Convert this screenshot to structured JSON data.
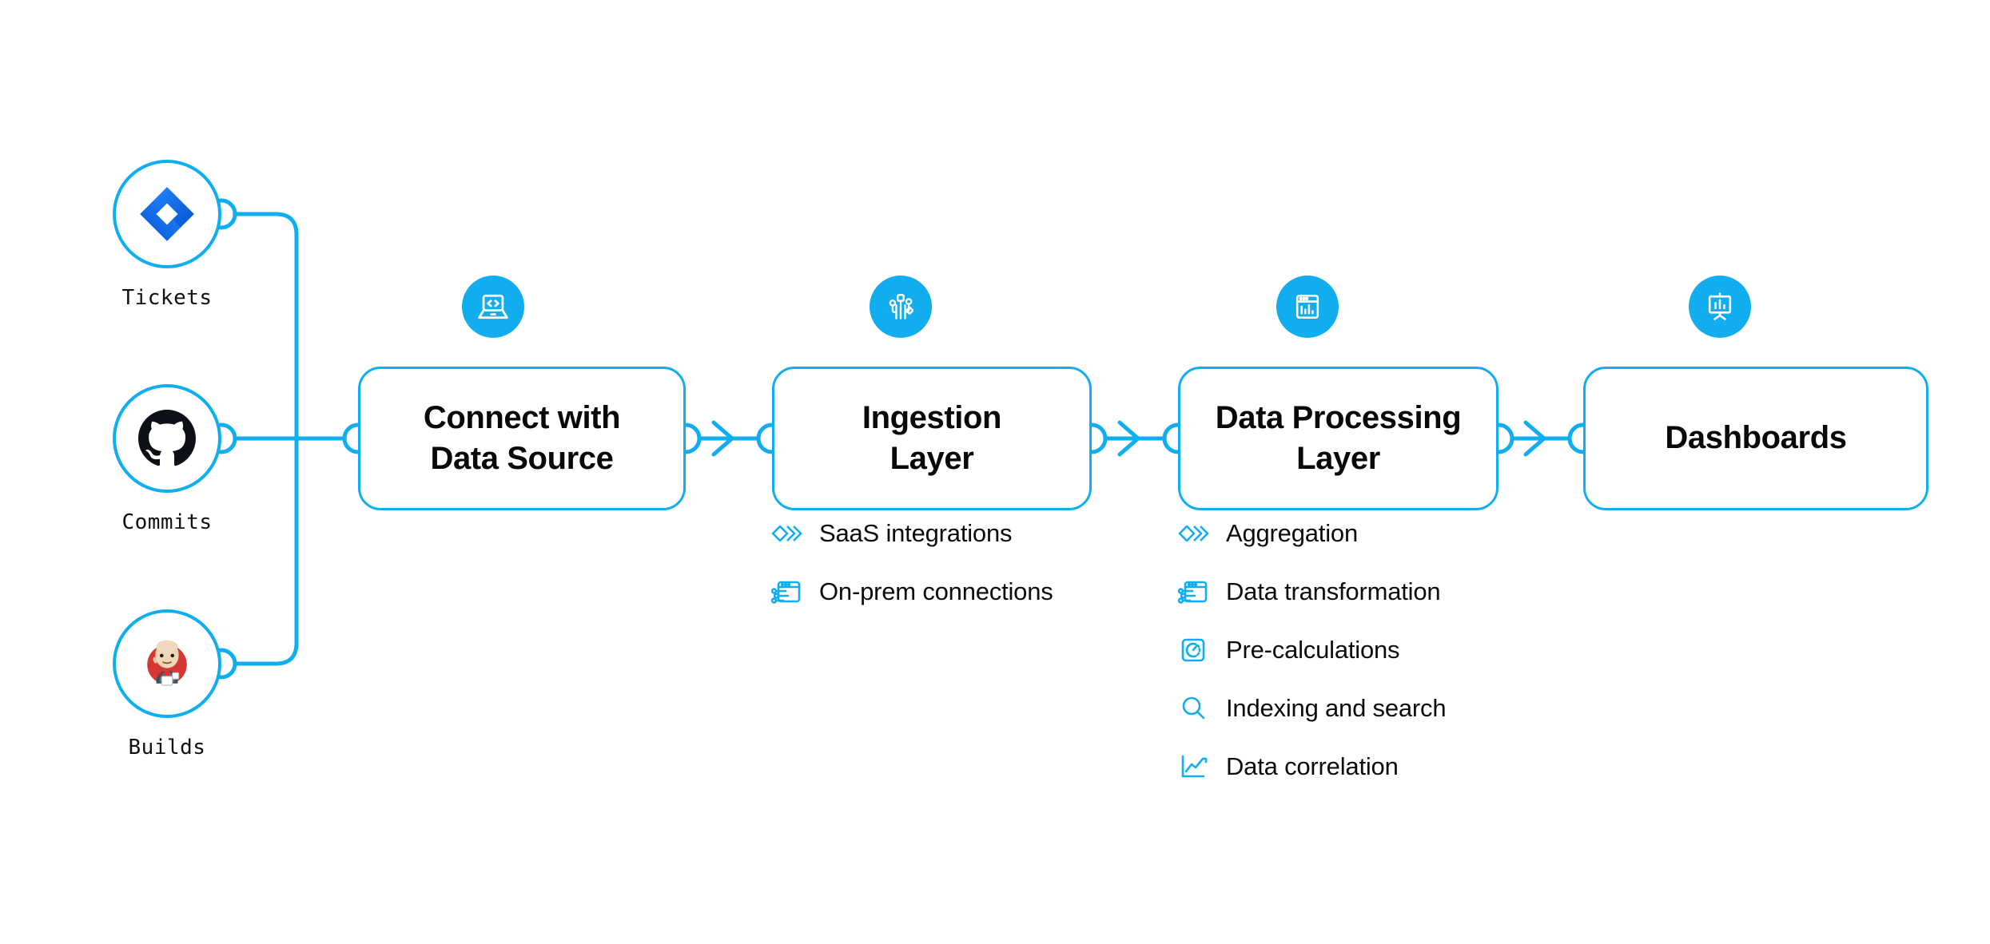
{
  "theme": {
    "accent": "#0FAEF0",
    "icon_circle": "#12ADEF",
    "text": "#07090B",
    "background": "#FFFFFF"
  },
  "sources": [
    {
      "label": "Tickets",
      "icon": "jira-logo-icon"
    },
    {
      "label": "Commits",
      "icon": "github-logo-icon"
    },
    {
      "label": "Builds",
      "icon": "jenkins-logo-icon"
    }
  ],
  "stages": [
    {
      "title": "Connect with Data Source",
      "title_line1": "Connect with",
      "title_line2": "Data Source",
      "icon": "laptop-code-icon",
      "features": []
    },
    {
      "title": "Ingestion Layer",
      "title_line1": "Ingestion",
      "title_line2": "Layer",
      "icon": "circuit-nodes-icon",
      "features": [
        {
          "label": "SaaS integrations",
          "icon": "stacked-diamonds-icon"
        },
        {
          "label": "On-prem connections",
          "icon": "window-sliders-icon"
        }
      ]
    },
    {
      "title": "Data Processing Layer",
      "title_line1": "Data Processing",
      "title_line2": "Layer",
      "icon": "window-barchart-icon",
      "features": [
        {
          "label": "Aggregation",
          "icon": "stacked-diamonds-icon"
        },
        {
          "label": "Data transformation",
          "icon": "window-sliders-icon"
        },
        {
          "label": "Pre-calculations",
          "icon": "gauge-square-icon"
        },
        {
          "label": "Indexing and search",
          "icon": "magnifier-icon"
        },
        {
          "label": "Data correlation",
          "icon": "line-chart-icon"
        }
      ]
    },
    {
      "title": "Dashboards",
      "title_line1": "Dashboards",
      "title_line2": "",
      "icon": "presentation-chart-icon",
      "features": []
    }
  ]
}
